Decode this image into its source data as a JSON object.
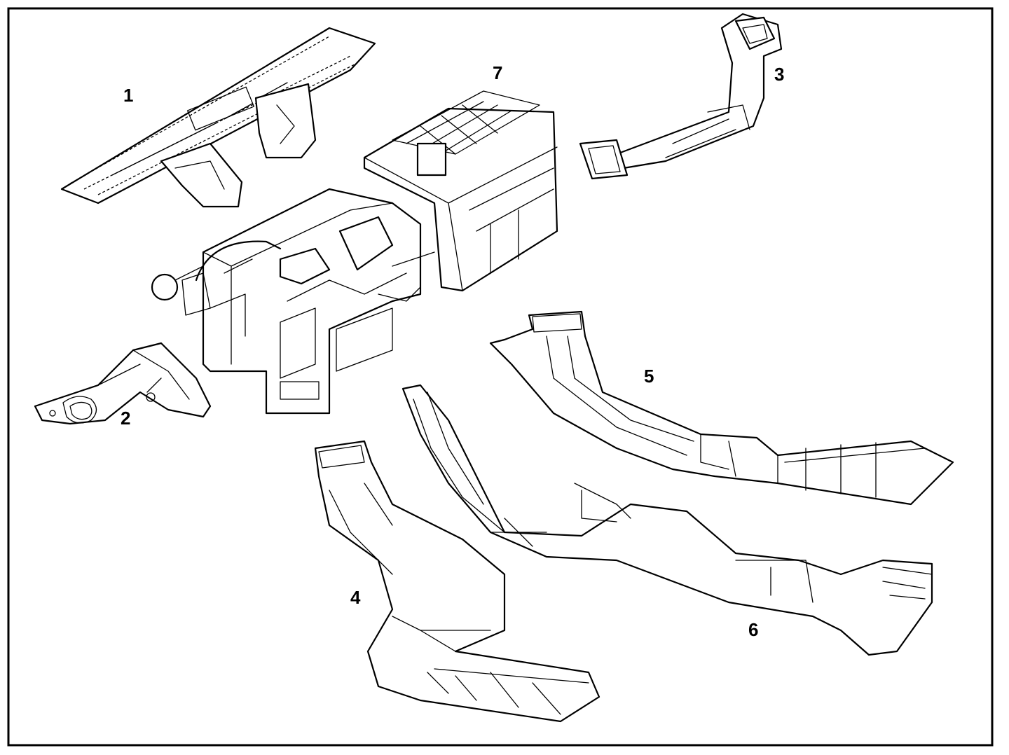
{
  "diagram": {
    "border_color": "#000000",
    "background": "#ffffff",
    "callouts": [
      {
        "id": "1",
        "text": "1"
      },
      {
        "id": "2",
        "text": "2"
      },
      {
        "id": "3",
        "text": "3"
      },
      {
        "id": "4",
        "text": "4"
      },
      {
        "id": "5",
        "text": "5"
      },
      {
        "id": "6",
        "text": "6"
      },
      {
        "id": "7",
        "text": "7"
      }
    ]
  }
}
